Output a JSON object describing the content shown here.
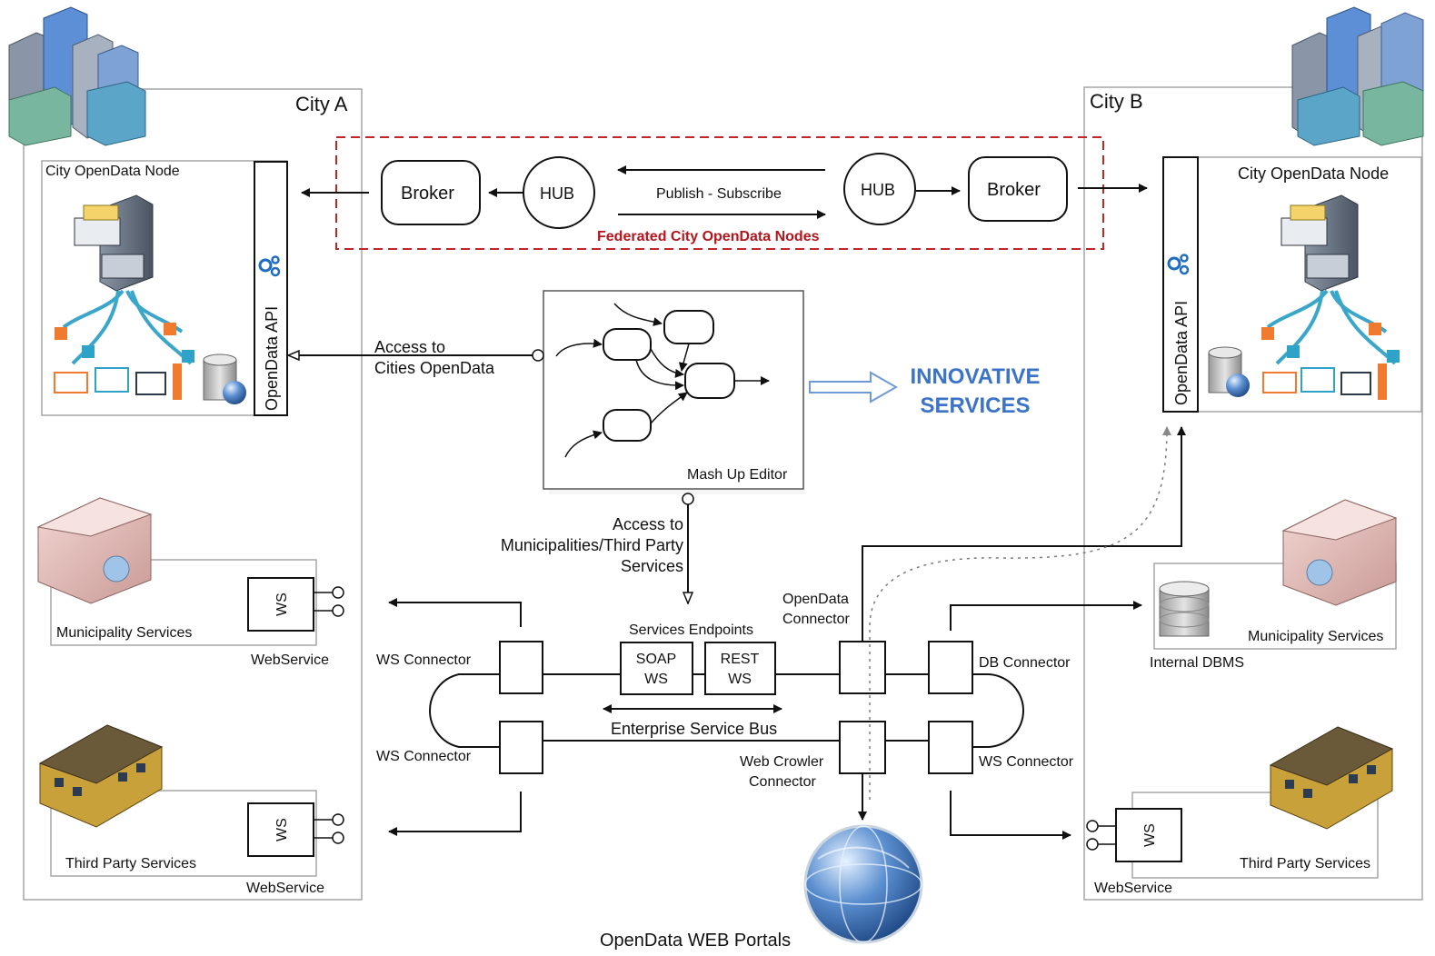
{
  "city_a": {
    "title": "City A",
    "node_title": "City OpenData Node",
    "api_label": "OpenData API",
    "municipality_label": "Municipality Services",
    "third_party_label": "Third Party Services",
    "ws_label": "WS",
    "webservice_label": "WebService"
  },
  "city_b": {
    "title": "City B",
    "node_title": "City OpenData Node",
    "api_label": "OpenData API",
    "municipality_label": "Municipality Services",
    "third_party_label": "Third Party Services",
    "dbms_label": "Internal DBMS",
    "ws_label": "WS",
    "webservice_label": "WebService"
  },
  "federation": {
    "label": "Federated City OpenData Nodes",
    "broker_left": "Broker",
    "hub_left": "HUB",
    "hub_right": "HUB",
    "broker_right": "Broker",
    "pubsub_label": "Publish - Subscribe"
  },
  "mashup": {
    "label": "Mash Up Editor",
    "access_cities_line1": "Access to",
    "access_cities_line2": "Cities OpenData",
    "access_muni_line1": "Access to",
    "access_muni_line2": "Municipalities/Third Party",
    "access_muni_line3": "Services"
  },
  "innovative": {
    "line1": "INNOVATIVE",
    "line2": "SERVICES"
  },
  "esb": {
    "label": "Enterprise Service Bus",
    "endpoints_label": "Services Endpoints",
    "soap_line1": "SOAP",
    "soap_line2": "WS",
    "rest_line1": "REST",
    "rest_line2": "WS",
    "ws_connector_top": "WS Connector",
    "ws_connector_bottom": "WS Connector",
    "opendata_connector_line1": "OpenData",
    "opendata_connector_line2": "Connector",
    "db_connector": "DB Connector",
    "web_crowler_line1": "Web Crowler",
    "web_crowler_line2": "Connector",
    "ws_connector_right": "WS Connector"
  },
  "portals": {
    "label": "OpenData WEB Portals"
  },
  "colors": {
    "federation_border": "#c0252a",
    "federation_text": "#b3161c",
    "innovative_text": "#3a73c8",
    "arrow_outline": "#6f9ad6"
  }
}
